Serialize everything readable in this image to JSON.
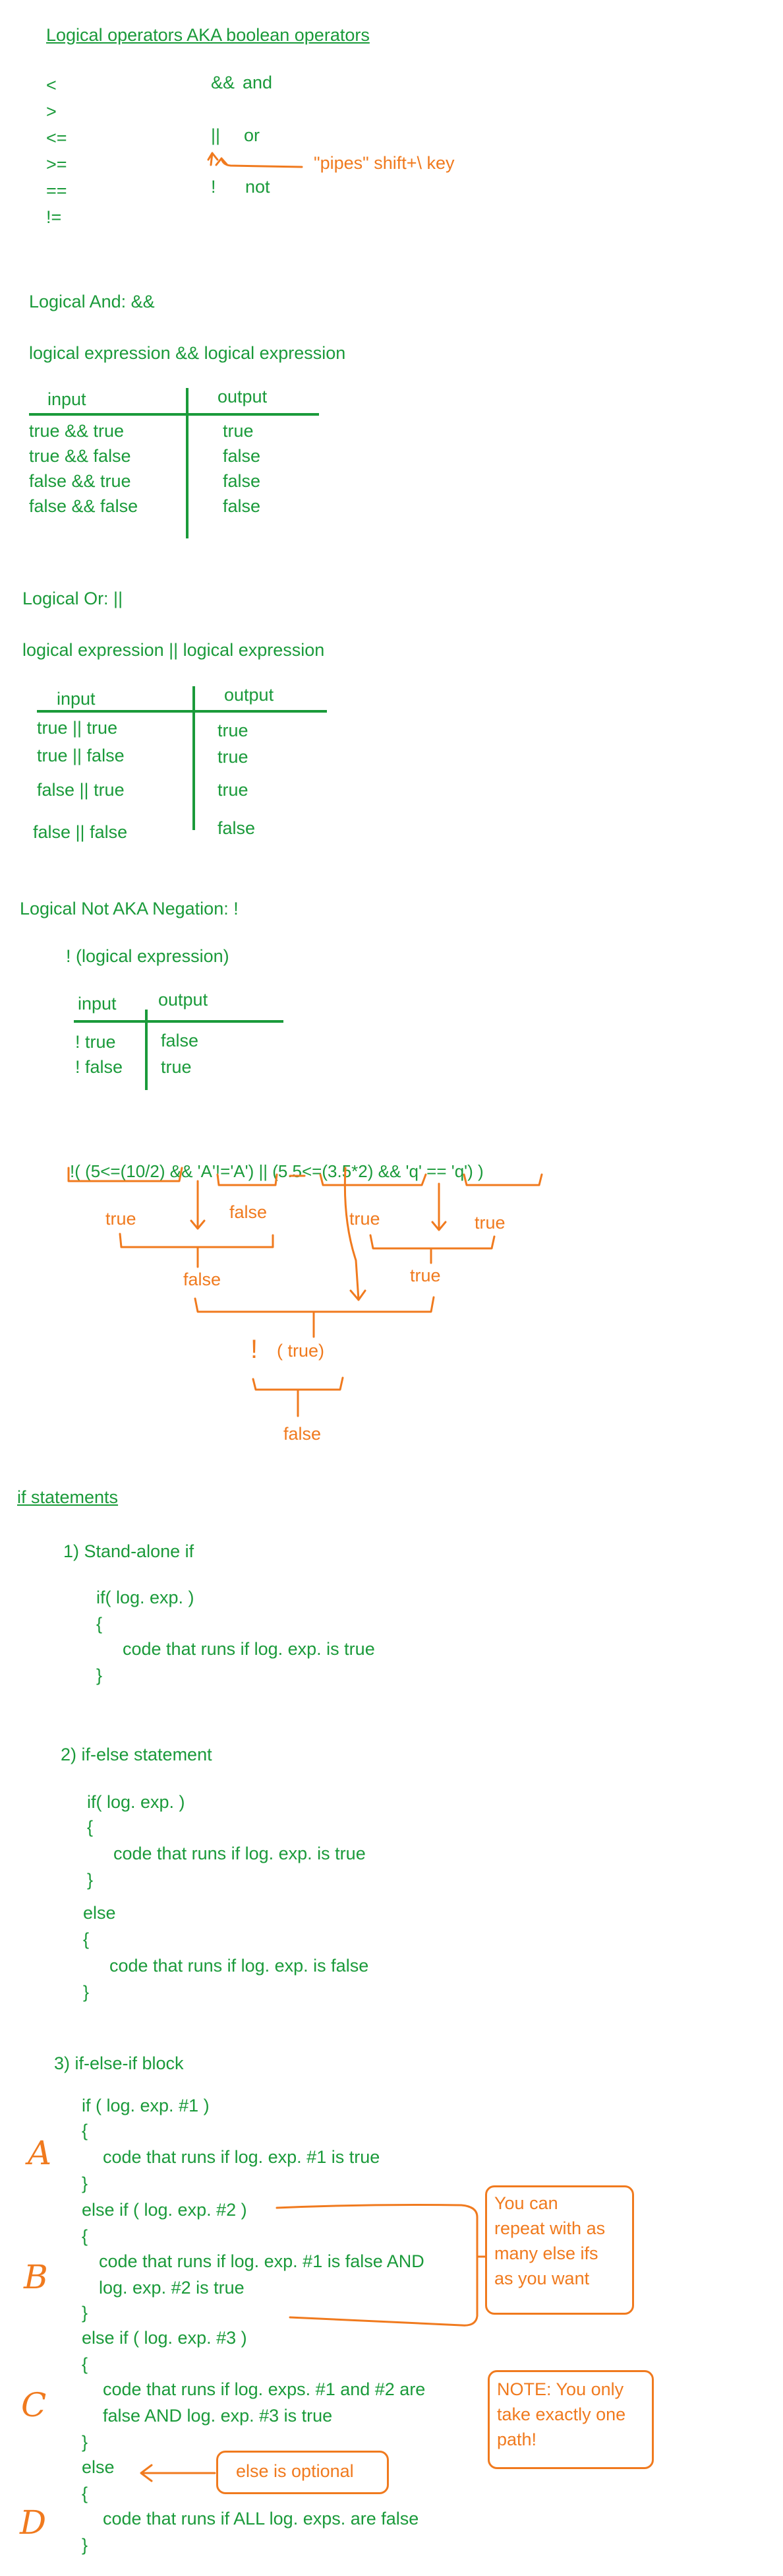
{
  "title": "Logical operators AKA boolean operators",
  "relational_ops": [
    "<",
    ">",
    "<=",
    ">=",
    "==",
    "!="
  ],
  "logical_ops": {
    "and": {
      "symbol": "&&",
      "word": "and"
    },
    "or": {
      "symbol": "||",
      "word": "or"
    },
    "not": {
      "symbol": "!",
      "word": "not"
    },
    "pipes_note": "\"pipes\" shift+\\ key"
  },
  "and_section": {
    "heading": "Logical And: &&",
    "expression": "logical expression && logical expression",
    "col_input": "input",
    "col_output": "output",
    "rows": [
      {
        "input": "true && true",
        "output": "true"
      },
      {
        "input": "true && false",
        "output": "false"
      },
      {
        "input": "false && true",
        "output": "false"
      },
      {
        "input": "false && false",
        "output": "false"
      }
    ]
  },
  "or_section": {
    "heading": "Logical Or: ||",
    "expression": "logical expression || logical expression",
    "col_input": "input",
    "col_output": "output",
    "rows": [
      {
        "input": "true  ||  true",
        "output": "true"
      },
      {
        "input": "true  ||  false",
        "output": "true"
      },
      {
        "input": "false ||  true",
        "output": "true"
      },
      {
        "input": "false  ||  false",
        "output": "false"
      }
    ]
  },
  "not_section": {
    "heading": "Logical Not AKA Negation: !",
    "expression": "! (logical expression)",
    "col_input": "input",
    "col_output": "output",
    "rows": [
      {
        "input": "! true",
        "output": "false"
      },
      {
        "input": "! false",
        "output": "true"
      }
    ]
  },
  "eval_example": {
    "expression": "!( (5<=(10/2) && 'A'!='A') || (5.5<=(3.5*2) && 'q' == 'q') )",
    "step1": [
      "true",
      "false",
      "true",
      "true"
    ],
    "step2": [
      "false",
      "true"
    ],
    "step3_open": "!",
    "step3_inner": "( true)",
    "result": "false"
  },
  "if_section": {
    "heading": "if statements",
    "standalone": {
      "label": "1) Stand-alone if",
      "lines": [
        "if( log. exp. )",
        "{",
        "code that runs if log. exp. is true",
        "}"
      ]
    },
    "ifelse": {
      "label": "2) if-else statement",
      "lines": [
        "if( log. exp. )",
        "{",
        "code that runs if log. exp. is true",
        "}",
        "else",
        "{",
        "code that runs if log. exp. is false",
        "}"
      ]
    },
    "ifelseif": {
      "label": "3) if-else-if block",
      "lines": [
        "if ( log. exp. #1 )",
        "{",
        "code that runs if log. exp. #1 is true",
        "}",
        "else if ( log. exp. #2 )",
        "{",
        "code that runs if log. exp. #1 is false AND",
        "log. exp. #2 is true",
        "}",
        "else if ( log. exp. #3 )",
        "{",
        "code that runs if log. exps. #1 and #2 are",
        "false AND log. exp. #3 is true",
        "}",
        "else",
        "{",
        "code that runs if ALL log. exps. are false",
        "}"
      ],
      "path_letters": [
        "A",
        "B",
        "C",
        "D"
      ],
      "note_repeat": [
        "You can",
        "repeat with as",
        "many else ifs",
        "as you want"
      ],
      "note_one_path": [
        "NOTE: You only",
        "take exactly one",
        "path!"
      ],
      "note_else_optional": "else is optional"
    }
  },
  "colors": {
    "text_green": "#1a9a3a",
    "ink_orange": "#f07a1e"
  }
}
